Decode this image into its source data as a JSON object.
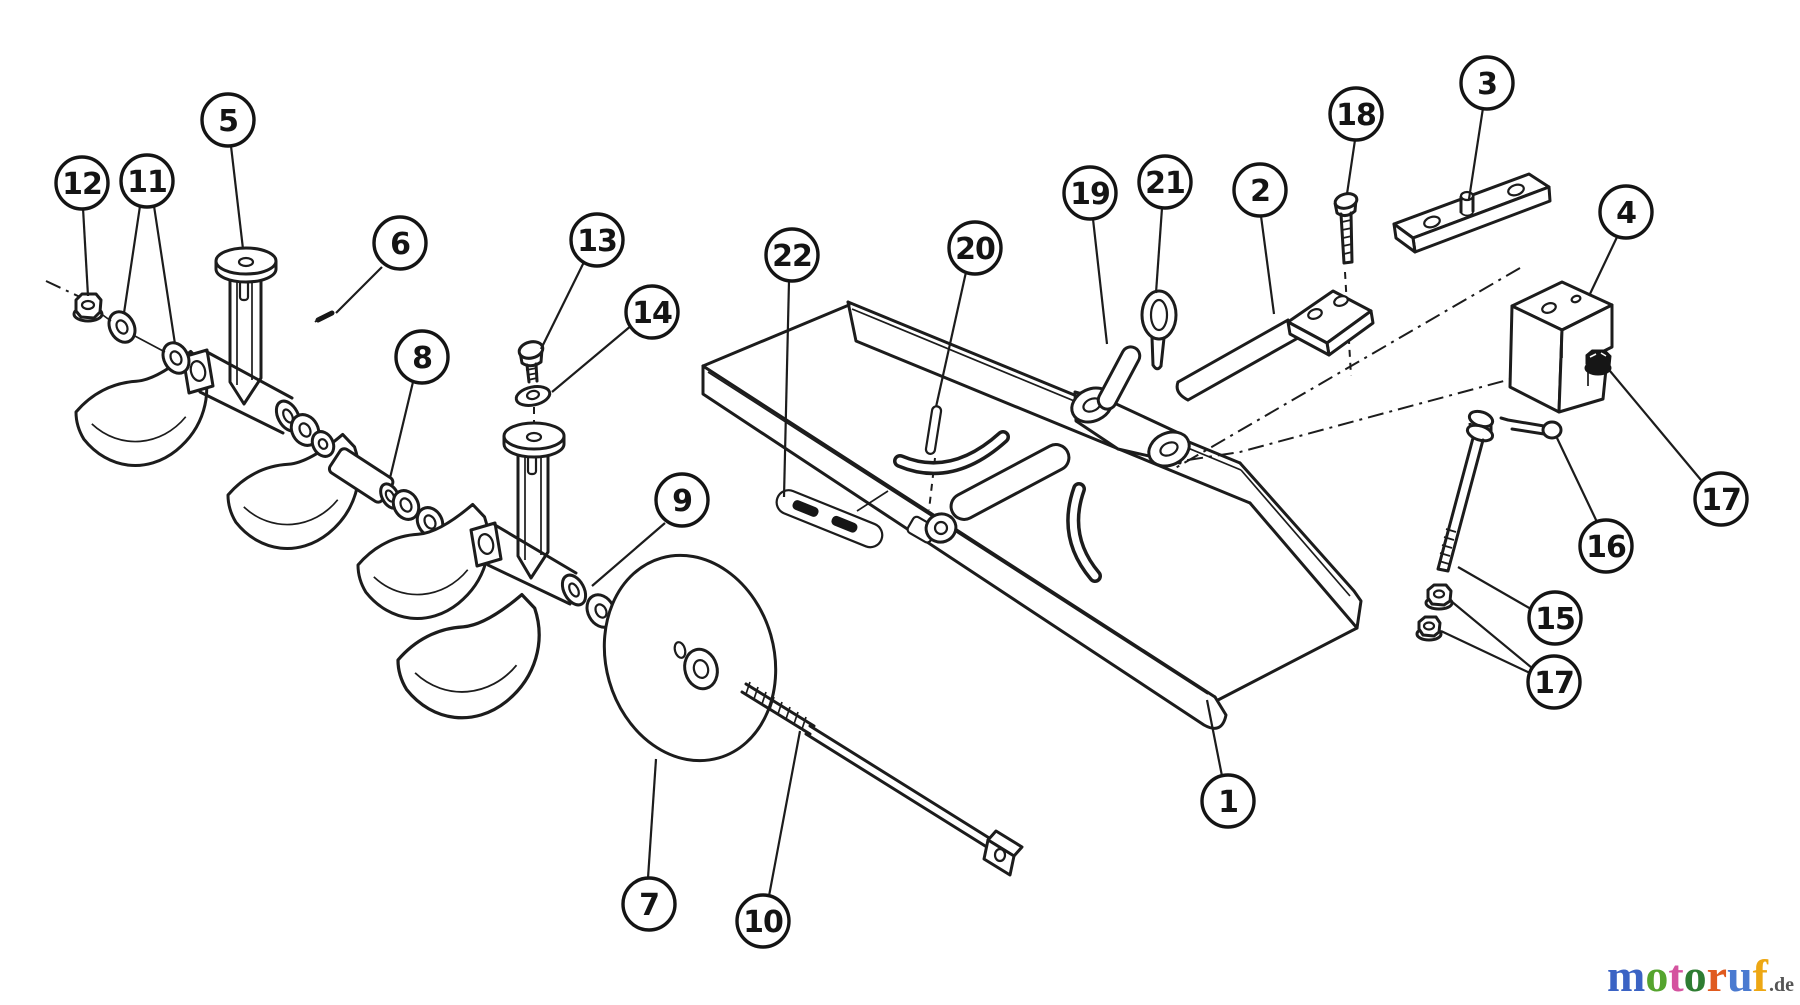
{
  "diagram": {
    "type": "exploded-parts-diagram",
    "background_color": "#ffffff",
    "line_color": "#1c1c1c",
    "callouts": {
      "c1": "1",
      "c2": "2",
      "c3": "3",
      "c4": "4",
      "c5": "5",
      "c6": "6",
      "c7": "7",
      "c8": "8",
      "c9": "9",
      "c10": "10",
      "c11": "11",
      "c12": "12",
      "c13": "13",
      "c14": "14",
      "c15": "15",
      "c16": "16",
      "c17a": "17",
      "c17b": "17",
      "c18": "18",
      "c19": "19",
      "c20": "20",
      "c21": "21",
      "c22": "22"
    }
  },
  "logo": {
    "chars": [
      {
        "ch": "m",
        "style": "color:#3b63c4"
      },
      {
        "ch": "o",
        "style": "color:#55a42e"
      },
      {
        "ch": "t",
        "style": "color:#d4539f"
      },
      {
        "ch": "o",
        "style": "color:#2e7d32"
      },
      {
        "ch": "r",
        "style": "color:#e05a1e"
      },
      {
        "ch": "u",
        "style": "color:#4a7ad0"
      },
      {
        "ch": "f",
        "style": "color:#eda713"
      }
    ],
    "suffix": ".de",
    "suffix_color": "#555555"
  }
}
